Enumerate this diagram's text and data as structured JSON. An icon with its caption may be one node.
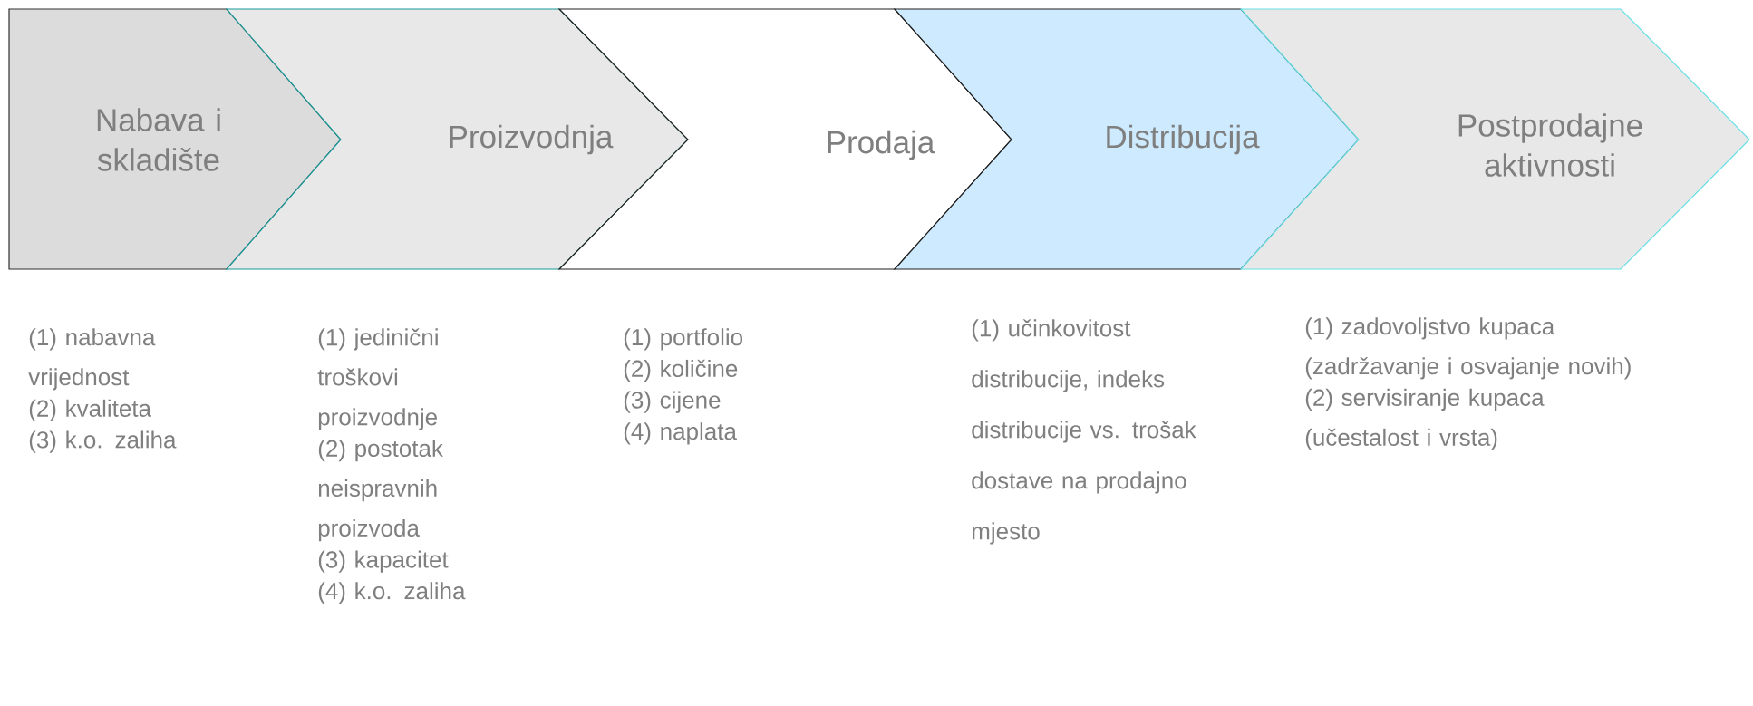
{
  "diagram": {
    "nodes": [
      {
        "text": [
          "Nabava i skladište"
        ],
        "beside": [
          "(1) nabavna vrijednost",
          "(2) kvaliteta",
          "(3) k.o. zaliha"
        ]
      },
      {
        "text": [
          "Proizvodnja"
        ],
        "beside": [
          "(1) jedinični troškovi proizvodnje",
          "(2) postotak neispravnih proizvoda",
          "(3) kapacitet",
          "(4) k.o. zaliha"
        ]
      },
      {
        "text": [
          "Prodaja"
        ],
        "beside": [
          "(1) portfolio",
          "(2) količine",
          "(3) cijene",
          "(4) naplata"
        ]
      },
      {
        "text": [
          "Distribucija"
        ],
        "beside": [
          "(1) učinkovitost distribucije, indeks distribucije vs. trošak dostave na prodajno mjesto"
        ]
      },
      {
        "text": [
          "Postprodajne aktivnosti"
        ],
        "beside": [
          "(1) zadovoljstvo kupaca (zadržavanje i osvajanje novih)",
          "(2) servisiranje kupaca (učestalost i vrsta)"
        ]
      }
    ]
  }
}
